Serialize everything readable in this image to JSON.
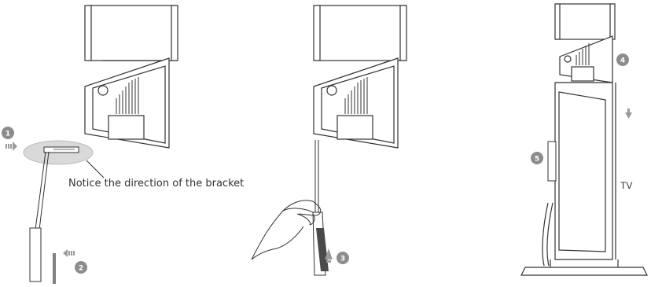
{
  "callout": {
    "text": "Notice the direction of the bracket"
  },
  "tv_label": "TV",
  "steps": [
    "1",
    "2",
    "3",
    "4",
    "5"
  ],
  "colors": {
    "line": "#333333",
    "step_circle": "#8c8c8c",
    "highlight": "#d9d9d9",
    "arrow": "#9a9a9a",
    "strip": "#666666"
  }
}
